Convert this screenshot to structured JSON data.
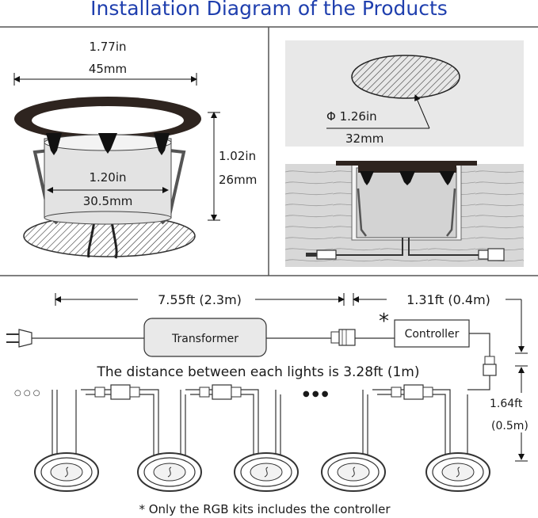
{
  "title": "Installation Diagram of the Products",
  "left_panel": {
    "top_width_in": "1.77in",
    "top_width_mm": "45mm",
    "height_in": "1.02in",
    "height_mm": "26mm",
    "body_width_in": "1.20in",
    "body_width_mm": "30.5mm"
  },
  "right_panel": {
    "hole_diameter_in": "Φ 1.26in",
    "hole_diameter_mm": "32mm"
  },
  "wiring": {
    "distance_left": "7.55ft (2.3m)",
    "distance_right": "1.31ft (0.4m)",
    "transformer_label": "Transformer",
    "controller_label": "Controller",
    "asterisk": "*",
    "spacing_note": "The distance between each lights is 3.28ft (1m)",
    "drop_ft": "1.64ft",
    "drop_m": "(0.5m)",
    "ellipsis_left": "○ ○ ○",
    "ellipsis_mid": "● ● ●",
    "footnote": "* Only the RGB kits includes the controller"
  }
}
